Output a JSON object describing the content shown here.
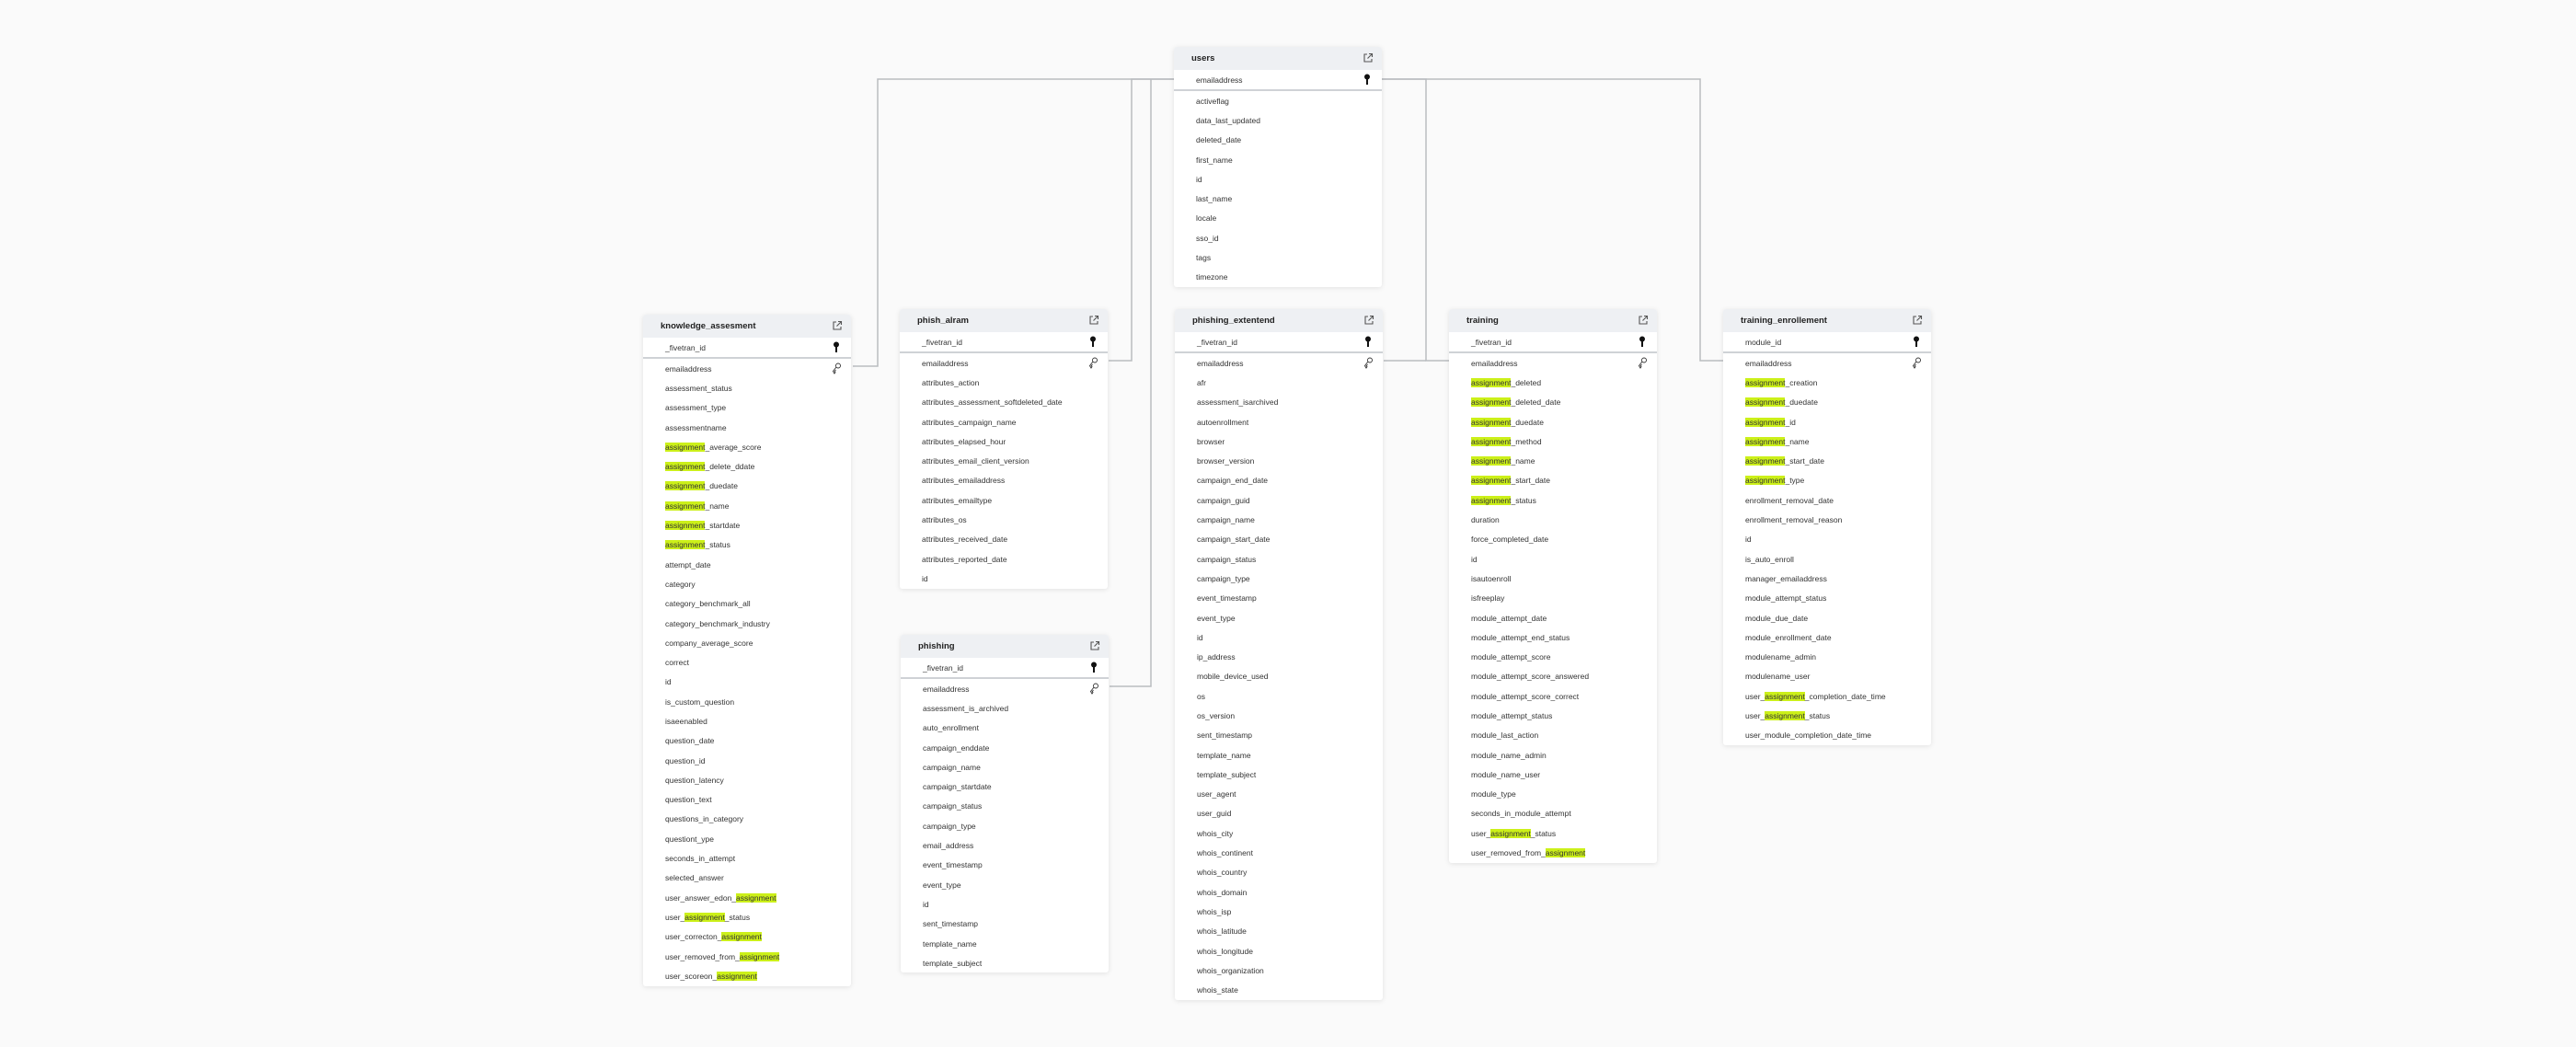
{
  "colors": {
    "highlight": "#ccf019",
    "header_bg": "#eef0f3",
    "link_line": "#b9bcc0"
  },
  "highlight_term": "assignment",
  "tables": {
    "users": {
      "name": "users",
      "pk": "emailaddress",
      "fk": null,
      "columns": [
        "activeflag",
        "data_last_updated",
        "deleted_date",
        "first_name",
        "id",
        "last_name",
        "locale",
        "sso_id",
        "tags",
        "timezone"
      ]
    },
    "knowledge_assesment": {
      "name": "knowledge_assesment",
      "pk": "_fivetran_id",
      "fk": "emailaddress",
      "columns": [
        "assessment_status",
        "assessment_type",
        "assessmentname",
        "assignment_average_score",
        "assignment_delete_ddate",
        "assignment_duedate",
        "assignment_name",
        "assignment_startdate",
        "assignment_status",
        "attempt_date",
        "category",
        "category_benchmark_all",
        "category_benchmark_industry",
        "company_average_score",
        "correct",
        "id",
        "is_custom_question",
        "isaeenabled",
        "question_date",
        "question_id",
        "question_latency",
        "question_text",
        "questions_in_category",
        "questiont_ype",
        "seconds_in_attempt",
        "selected_answer",
        "user_answer_edon_assignment",
        "user_assignment_status",
        "user_correcton_assignment",
        "user_removed_from_assignment",
        "user_scoreon_assignment"
      ]
    },
    "phish_alram": {
      "name": "phish_alram",
      "pk": "_fivetran_id",
      "fk": "emailaddress",
      "columns": [
        "attributes_action",
        "attributes_assessment_softdeleted_date",
        "attributes_campaign_name",
        "attributes_elapsed_hour",
        "attributes_email_client_version",
        "attributes_emailaddress",
        "attributes_emailtype",
        "attributes_os",
        "attributes_received_date",
        "attributes_reported_date",
        "id"
      ]
    },
    "phishing": {
      "name": "phishing",
      "pk": "_fivetran_id",
      "fk": "emailaddress",
      "columns": [
        "assessment_is_archived",
        "auto_enrollment",
        "campaign_enddate",
        "campaign_name",
        "campaign_startdate",
        "campaign_status",
        "campaign_type",
        "email_address",
        "event_timestamp",
        "event_type",
        "id",
        "sent_timestamp",
        "template_name",
        "template_subject"
      ]
    },
    "phishing_extentend": {
      "name": "phishing_extentend",
      "pk": "_fivetran_id",
      "fk": "emailaddress",
      "columns": [
        "afr",
        "assessment_isarchived",
        "autoenrollment",
        "browser",
        "browser_version",
        "campaign_end_date",
        "campaign_guid",
        "campaign_name",
        "campaign_start_date",
        "campaign_status",
        "campaign_type",
        "event_timestamp",
        "event_type",
        "id",
        "ip_address",
        "mobile_device_used",
        "os",
        "os_version",
        "sent_timestamp",
        "template_name",
        "template_subject",
        "user_agent",
        "user_guid",
        "whois_city",
        "whois_continent",
        "whois_country",
        "whois_domain",
        "whois_isp",
        "whois_latitude",
        "whois_longitude",
        "whois_organization",
        "whois_state"
      ]
    },
    "training": {
      "name": "training",
      "pk": "_fivetran_id",
      "fk": "emailaddress",
      "columns": [
        "assignment_deleted",
        "assignment_deleted_date",
        "assignment_duedate",
        "assignment_method",
        "assignment_name",
        "assignment_start_date",
        "assignment_status",
        "duration",
        "force_completed_date",
        "id",
        "isautoenroll",
        "isfreeplay",
        "module_attempt_date",
        "module_attempt_end_status",
        "module_attempt_score",
        "module_attempt_score_answered",
        "module_attempt_score_correct",
        "module_attempt_status",
        "module_last_action",
        "module_name_admin",
        "module_name_user",
        "module_type",
        "seconds_in_module_attempt",
        "user_assignment_status",
        "user_removed_from_assignment"
      ]
    },
    "training_enrollement": {
      "name": "training_enrollement",
      "pk": "module_id",
      "fk": "emailaddress",
      "columns": [
        "assignment_creation",
        "assignment_duedate",
        "assignment_id",
        "assignment_name",
        "assignment_start_date",
        "assignment_type",
        "enrollment_removal_date",
        "enrollment_removal_reason",
        "id",
        "is_auto_enroll",
        "manager_emailaddress",
        "module_attempt_status",
        "module_due_date",
        "module_enrollment_date",
        "modulename_admin",
        "modulename_user",
        "user_assignment_completion_date_time",
        "user_assignment_status",
        "user_module_completion_date_time"
      ]
    }
  }
}
